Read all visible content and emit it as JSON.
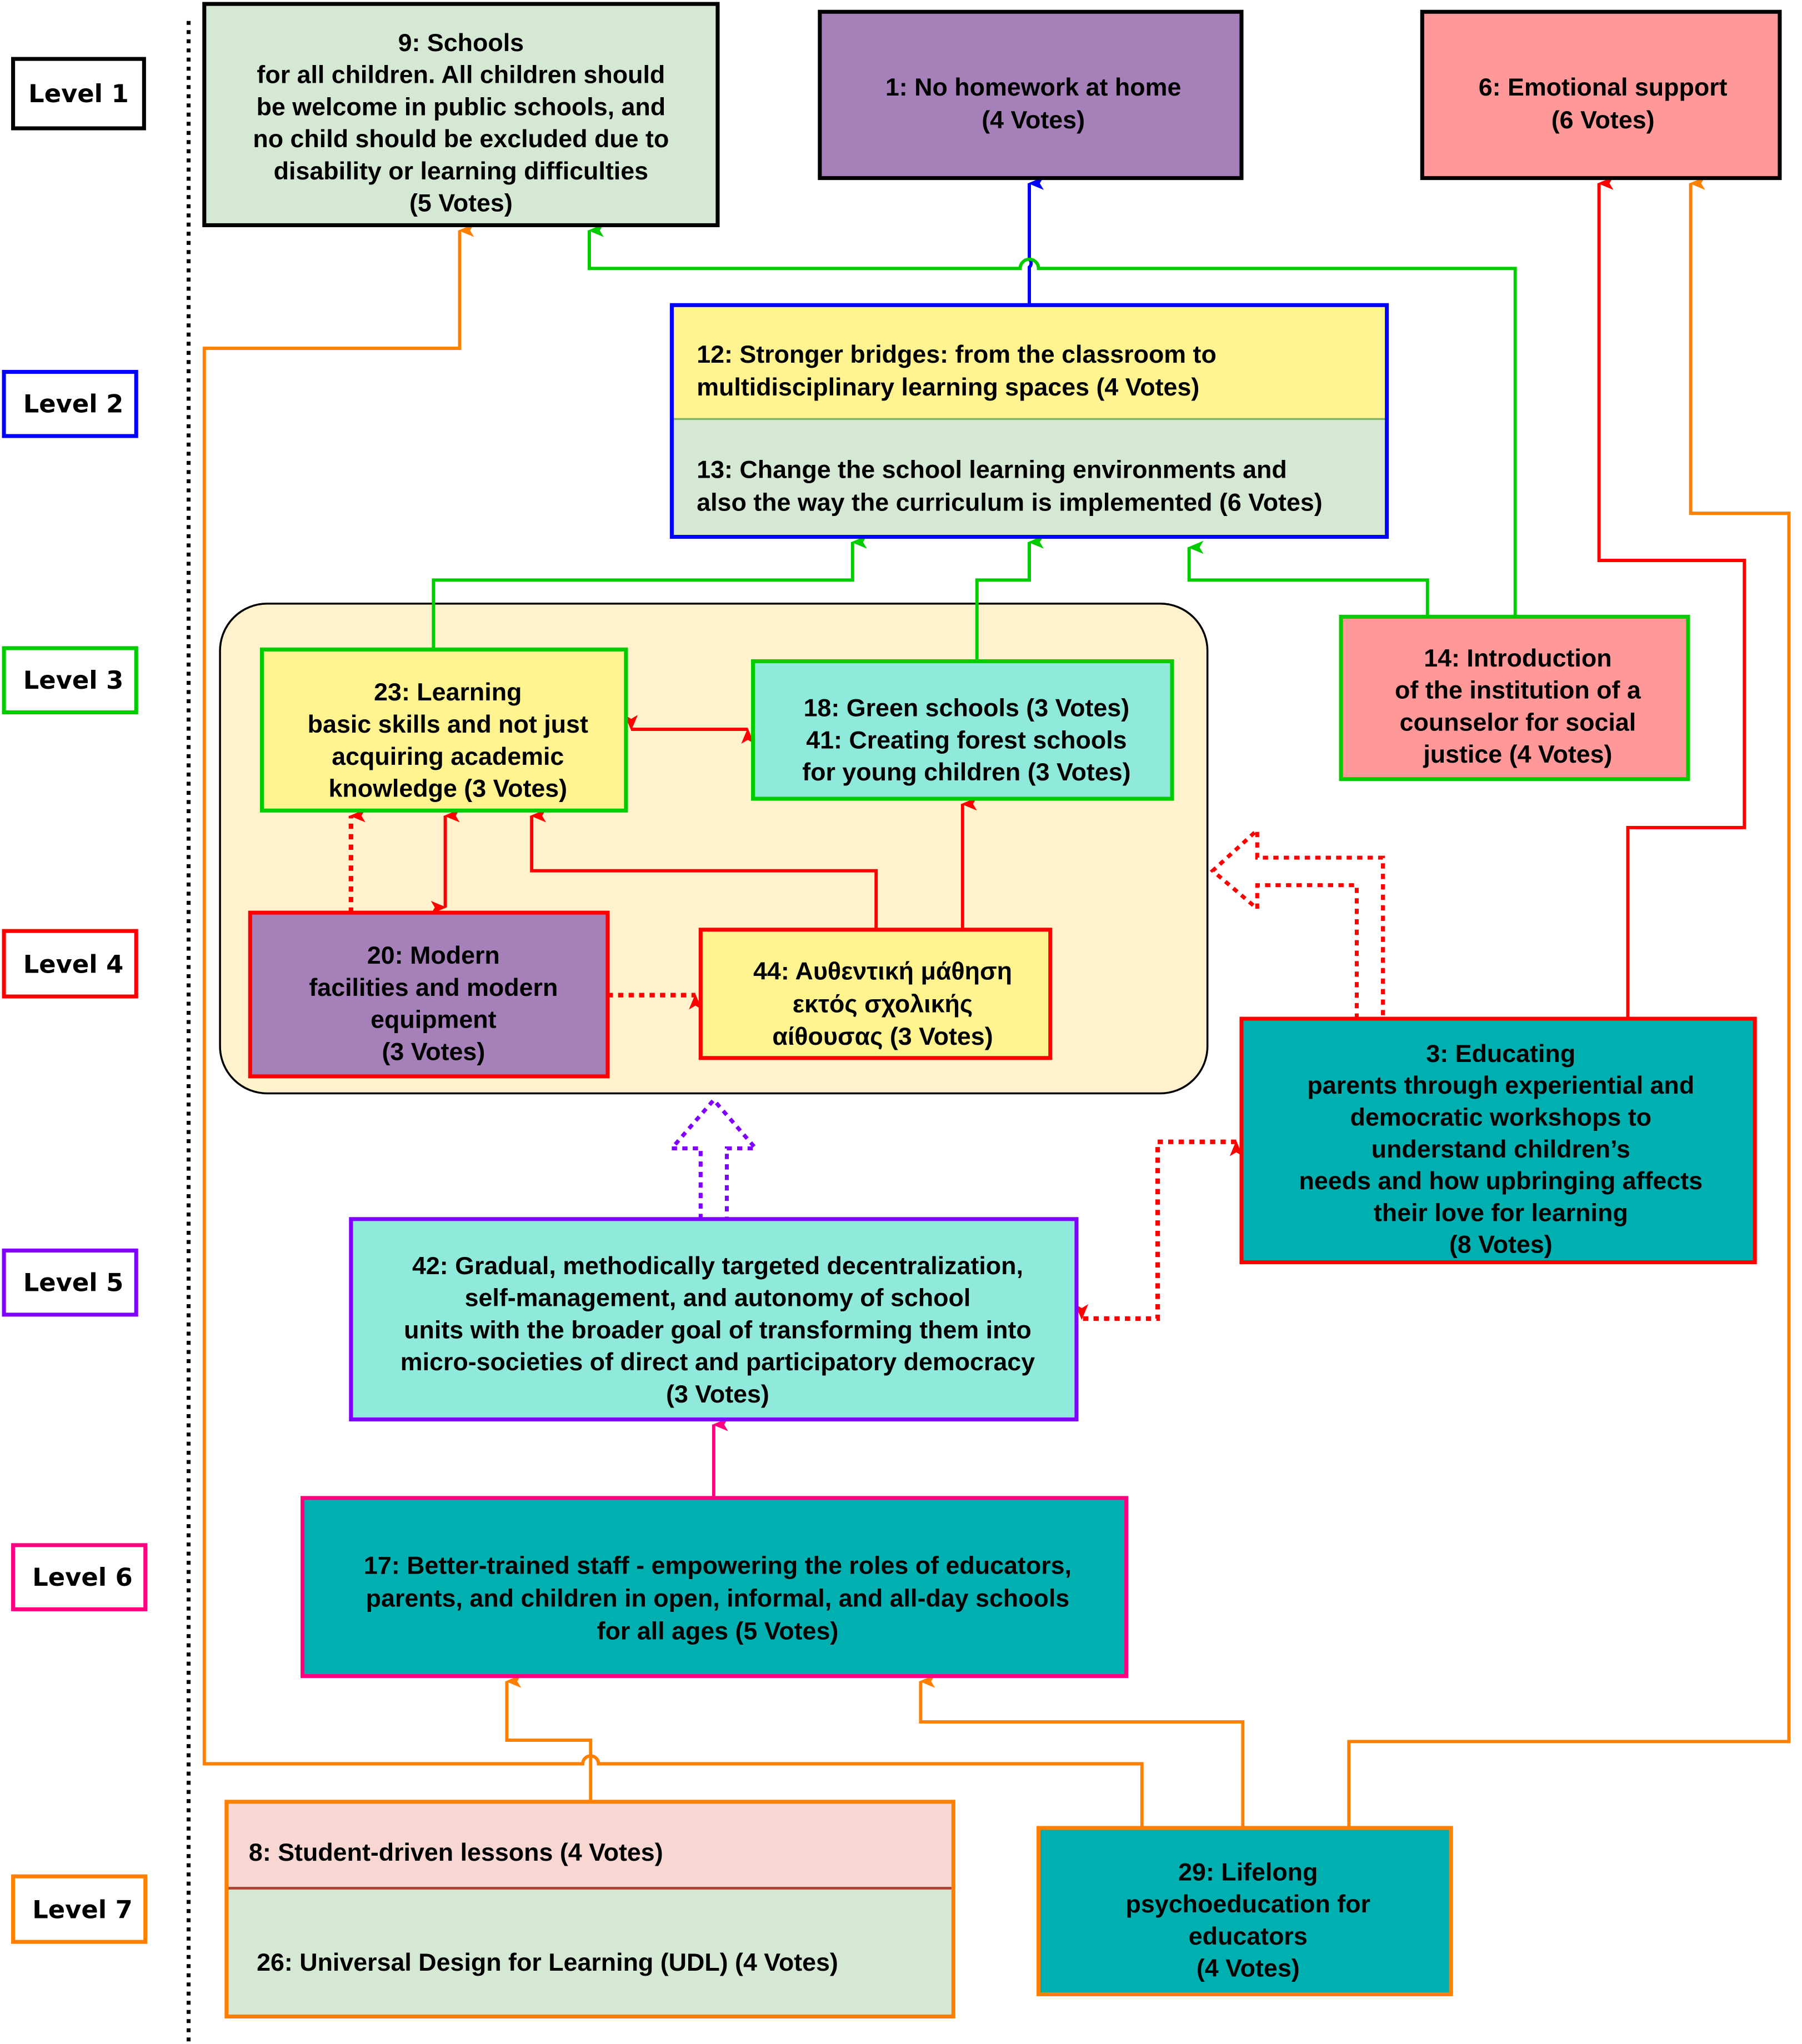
{
  "levels": [
    {
      "label": "Level 1",
      "color": "#000000"
    },
    {
      "label": "Level 2",
      "color": "#0000ff"
    },
    {
      "label": "Level 3",
      "color": "#00cc00"
    },
    {
      "label": "Level 4",
      "color": "#ff0000"
    },
    {
      "label": "Level 5",
      "color": "#7f00ff"
    },
    {
      "label": "Level 6",
      "color": "#ff0080"
    },
    {
      "label": "Level 7",
      "color": "#ff8000"
    }
  ],
  "colors": {
    "black": "#000000",
    "blue": "#0000ff",
    "green": "#00cc00",
    "red": "#ff0000",
    "purple": "#7f00ff",
    "pink": "#ff0080",
    "orange": "#ff8000",
    "fill_light_green": "#d5e8d4",
    "fill_purple": "#a680b8",
    "fill_salmon": "#ff9999",
    "fill_yellow": "#fff48f",
    "fill_mint": "#90eadb",
    "fill_teal": "#00afb0",
    "fill_pink_light": "#f8d7d3",
    "fill_cluster": "#fff2cc"
  },
  "nodes": {
    "n9": {
      "lines": [
        "9: Schools",
        "for all children. All children should",
        "be welcome in public schools, and",
        "no child should be excluded due to",
        "disability or learning difficulties",
        "(5 Votes)"
      ]
    },
    "n1": {
      "lines": [
        "1: No homework at home",
        "(4 Votes)"
      ]
    },
    "n6": {
      "lines": [
        "6: Emotional support",
        "(6 Votes)"
      ]
    },
    "n12": {
      "lines": [
        "12: Stronger bridges: from the classroom to",
        "multidisciplinary learning spaces (4 Votes)"
      ]
    },
    "n13": {
      "lines": [
        "13: Change the school learning environments and",
        "also the way the curriculum is implemented (6 Votes)"
      ]
    },
    "n23": {
      "lines": [
        "23: Learning",
        "basic skills and not just",
        "acquiring academic",
        "knowledge (3 Votes)"
      ]
    },
    "n18_41": {
      "lines": [
        "18: Green schools (3 Votes)",
        "41: Creating forest schools",
        "for young children (3 Votes)"
      ]
    },
    "n14": {
      "lines": [
        "14: Introduction",
        "of the institution of a",
        "counselor for social",
        "justice (4 Votes)"
      ]
    },
    "n20": {
      "lines": [
        "20: Modern",
        "facilities and modern",
        "equipment",
        "(3 Votes)"
      ]
    },
    "n44": {
      "lines": [
        "44: Αυθεντική μάθηση",
        "εκτός σχολικής",
        "αίθουσας (3 Votes)"
      ]
    },
    "n3": {
      "lines": [
        "3: Educating",
        "parents through experiential and",
        "democratic workshops to",
        "understand children’s",
        "needs and how upbringing affects",
        "their love for learning",
        "(8 Votes)"
      ]
    },
    "n42": {
      "lines": [
        "42: Gradual, methodically targeted decentralization,",
        "self-management, and autonomy of school",
        "units with the broader goal of transforming them into",
        "micro-societies of direct and participatory democracy",
        "(3 Votes)"
      ]
    },
    "n17": {
      "lines": [
        "17: Better-trained staff - empowering the roles of educators,",
        "parents, and children in open, informal, and all-day schools",
        "for all ages  (5 Votes)"
      ]
    },
    "n8": {
      "lines": [
        "8: Student-driven lessons  (4 Votes)"
      ]
    },
    "n26": {
      "lines": [
        "26: Universal Design for Learning (UDL)  (4 Votes)"
      ]
    },
    "n29": {
      "lines": [
        "29: Lifelong",
        "psychoeducation for",
        "educators",
        "(4 Votes)"
      ]
    }
  }
}
